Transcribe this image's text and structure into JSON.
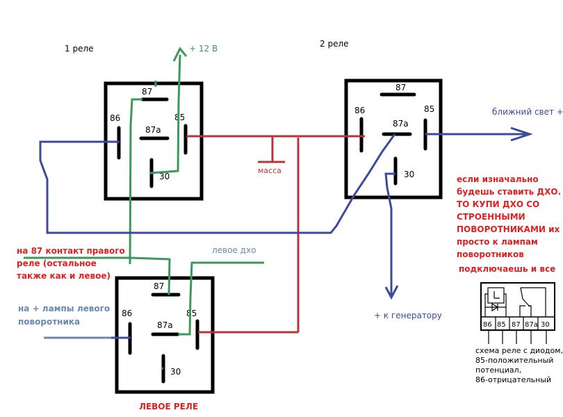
{
  "colors": {
    "black": "#000000",
    "green": "#3a9a5a",
    "red": "#c0303a",
    "blue": "#3c4a9a",
    "lightblue": "#6a88b0",
    "note_red": "#e02020"
  },
  "labels": {
    "relay1_title": "1 реле",
    "relay2_title": "2 реле",
    "plus12v": "+ 12 В",
    "massa": "масса",
    "low_beam": "ближний свет +",
    "generator": "+  к генератору",
    "left_drl": "левое дхо",
    "left_relay_title": "ЛЕВОЕ РЕЛЕ",
    "note_87_lines": [
      "на 87 контакт правого",
      "реле (остальное",
      "также как и левое)"
    ],
    "left_turn_lines": [
      "на + лампы левого",
      "поворотника"
    ],
    "advice_lines": [
      "если изначально",
      "будешь ставить ДХО.",
      "ТО КУПИ ДХО СО",
      "СТРОЕННЫМИ",
      "ПОВОРОТНИКАМИ их",
      "просто к лампам",
      "поворотников"
    ],
    "advice_tail": "подключаешь и все",
    "legend_lines": [
      "схема реле с диодом,",
      "85-положительный",
      "потенциал,",
      "86-отрицательный"
    ]
  },
  "pins": {
    "p87": "87",
    "p86": "86",
    "p87a": "87a",
    "p85": "85",
    "p30": "30"
  },
  "mini_relay_pins": [
    "86",
    "85",
    "87",
    "87a",
    "30"
  ]
}
